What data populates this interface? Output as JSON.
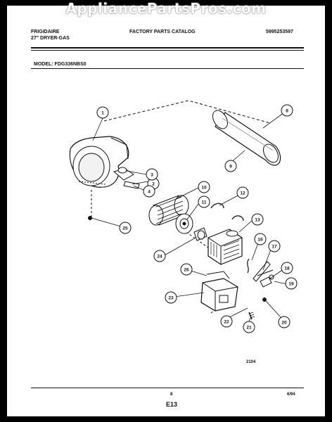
{
  "watermark": "AppliancePartsPros.com",
  "header": {
    "brand": "FRIGIDAIRE",
    "product": "27\" DRYER-GAS",
    "catalog": "FACTORY PARTS CATALOG",
    "part_number": "5995253597",
    "model_label": "MODEL: FDG336NBS0"
  },
  "callouts": [
    "1",
    "2",
    "3",
    "4",
    "8",
    "9",
    "10",
    "11",
    "12",
    "13",
    "16",
    "17",
    "18",
    "19",
    "20",
    "21",
    "22",
    "23",
    "24",
    "25",
    "26"
  ],
  "drawing_number": "2104",
  "footer": {
    "page_number": "8",
    "section": "E13",
    "date": "6/94"
  }
}
